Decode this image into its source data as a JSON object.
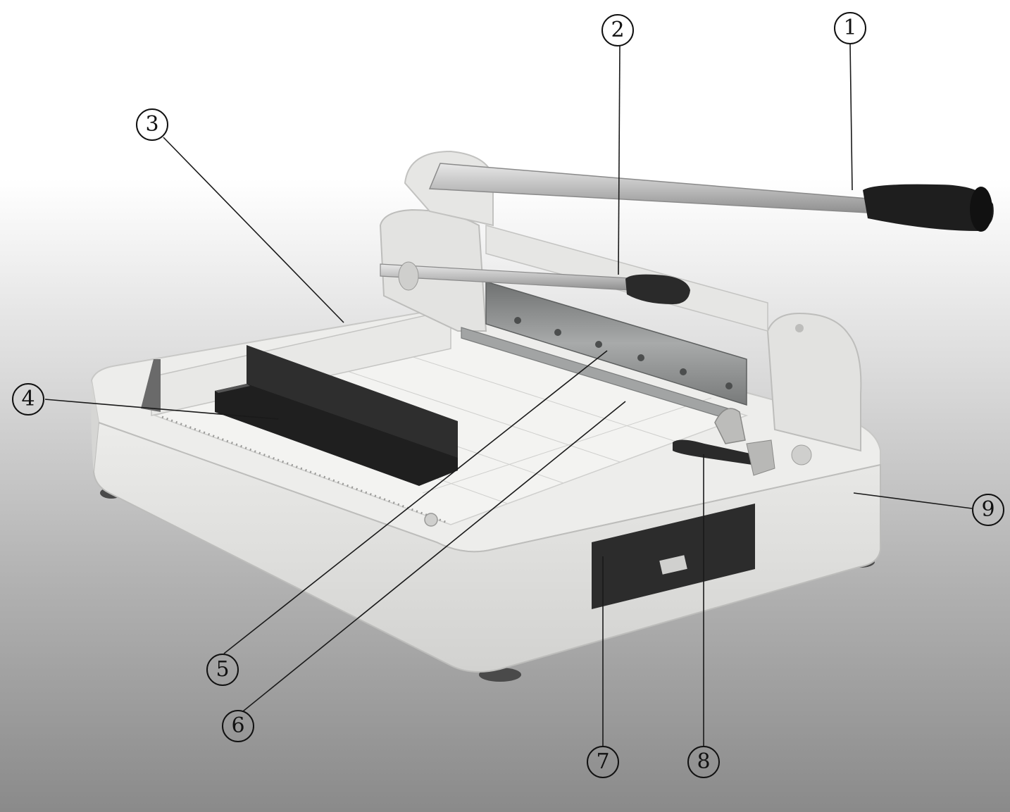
{
  "colors": {
    "background_top": "#ffffff",
    "background_bottom": "#8a8a8a",
    "machine_body": "#e4e4e2",
    "machine_shadow": "#b9b9b7",
    "rubber_dark": "#2a2a2a",
    "blade_steel": "#9a9c9c",
    "line": "#1a1a1a"
  },
  "callouts": [
    {
      "number": "1"
    },
    {
      "number": "2"
    },
    {
      "number": "3"
    },
    {
      "number": "4"
    },
    {
      "number": "5"
    },
    {
      "number": "6"
    },
    {
      "number": "7"
    },
    {
      "number": "8"
    },
    {
      "number": "9"
    }
  ]
}
